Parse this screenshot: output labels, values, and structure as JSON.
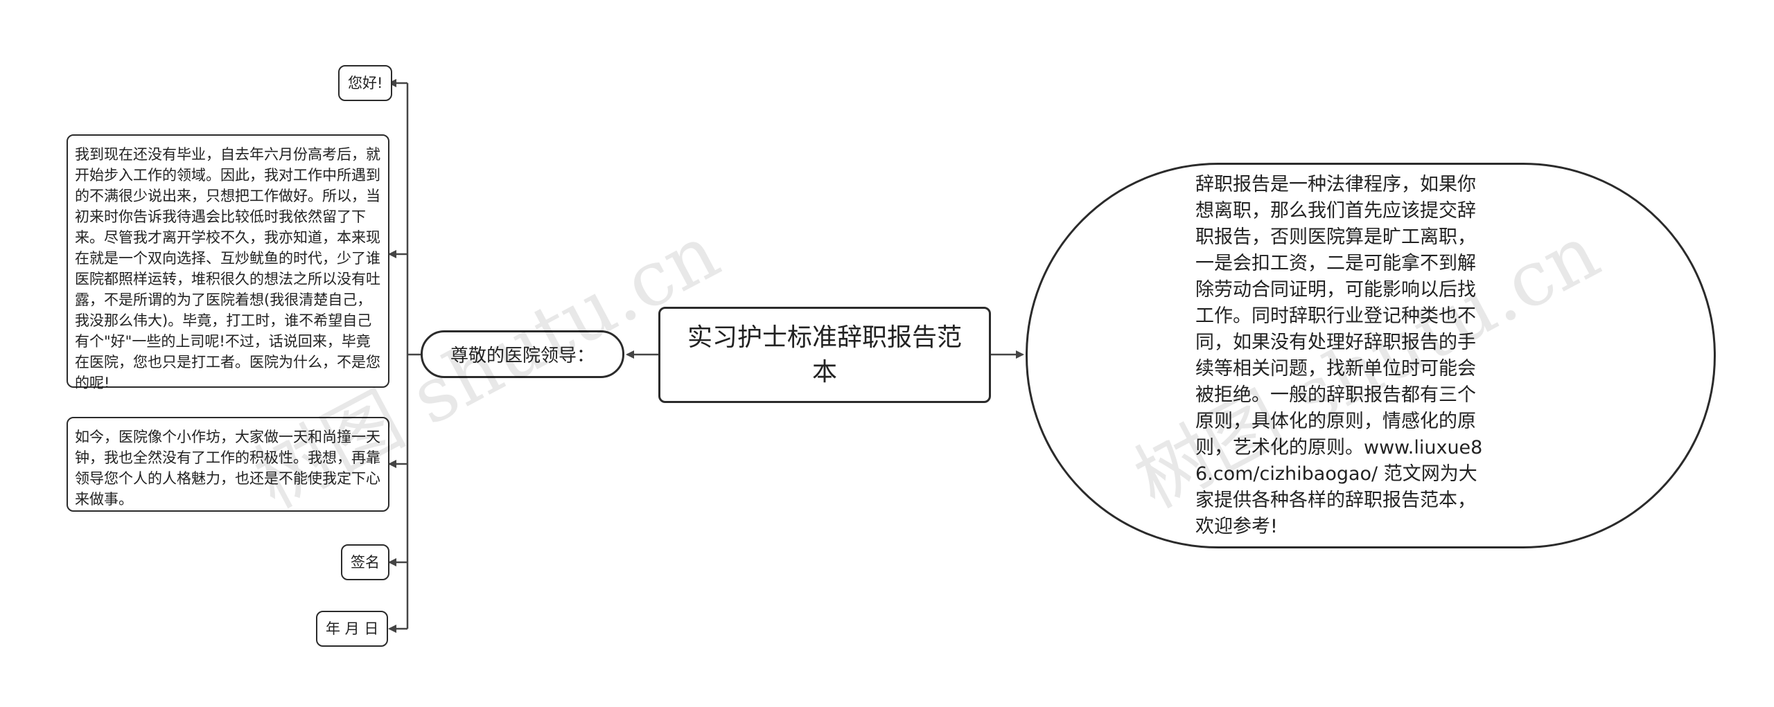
{
  "root": {
    "label": "实习护士标准辞职报告范本"
  },
  "right": {
    "text": "辞职报告是一种法律程序，如果你想离职，那么我们首先应该提交辞职报告，否则医院算是旷工离职，一是会扣工资，二是可能拿不到解除劳动合同证明，可能影响以后找工作。同时辞职行业登记种类也不同，如果没有处理好辞职报告的手续等相关问题，找新单位时可能会被拒绝。一般的辞职报告都有三个原则，具体化的原则，情感化的原则，艺术化的原则。www.liuxue86.com/cizhibaogao/ 范文网为大家提供各种各样的辞职报告范本，欢迎参考!"
  },
  "left": {
    "label": "尊敬的医院领导：",
    "children": [
      "您好!",
      "我到现在还没有毕业，自去年六月份高考后，就开始步入工作的领域。因此，我对工作中所遇到的不满很少说出来，只想把工作做好。所以，当初来时你告诉我待遇会比较低时我依然留了下来。尽管我才离开学校不久，我亦知道，本来现在就是一个双向选择、互炒鱿鱼的时代，少了谁医院都照样运转，堆积很久的想法之所以没有吐露，不是所谓的为了医院着想(我很清楚自己，我没那么伟大)。毕竟，打工时，谁不希望自己有个\"好\"一些的上司呢!不过，话说回来，毕竟在医院，您也只是打工者。医院为什么，不是您的呢!",
      "如今，医院像个小作坊，大家做一天和尚撞一天钟，我也全然没有了工作的积极性。我想，再靠领导您个人的人格魅力，也还是不能使我定下心来做事。",
      "签名",
      "年 月 日"
    ]
  },
  "watermark": "树图 shutu.cn"
}
